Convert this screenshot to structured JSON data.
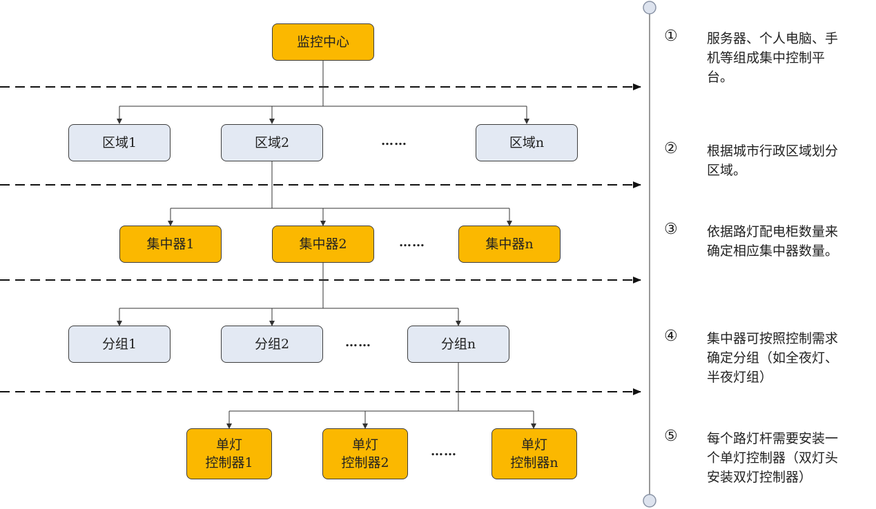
{
  "diagram": {
    "root": "监控中心",
    "regions": [
      "区域1",
      "区域2",
      "区域n"
    ],
    "concentrators": [
      "集中器1",
      "集中器2",
      "集中器n"
    ],
    "groups": [
      "分组1",
      "分组2",
      "分组n"
    ],
    "controllers": [
      {
        "line1": "单灯",
        "line2": "控制器1"
      },
      {
        "line1": "单灯",
        "line2": "控制器2"
      },
      {
        "line1": "单灯",
        "line2": "控制器n"
      }
    ],
    "ellipsis": "……"
  },
  "steps": [
    {
      "num": "①",
      "text": "服务器、个人电脑、手机等组成集中控制平台。"
    },
    {
      "num": "②",
      "text": "根据城市行政区域划分区域。"
    },
    {
      "num": "③",
      "text": "依据路灯配电柜数量来确定相应集中器数量。"
    },
    {
      "num": "④",
      "text": "集中器可按照控制需求确定分组（如全夜灯、半夜灯组）"
    },
    {
      "num": "⑤",
      "text": "每个路灯杆需要安装一个单灯控制器（双灯头安装双灯控制器）"
    }
  ],
  "colors": {
    "node_orange": "#fbb800",
    "node_grey": "#e3e9f3",
    "line": "#333333"
  }
}
